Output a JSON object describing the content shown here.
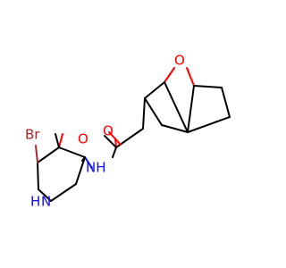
{
  "molecule": {
    "atoms": {
      "oxygen_bridge": "O",
      "oxygen_carbonyl": "O",
      "oxygen_ring": "O",
      "amide_nitrogen": "NH",
      "ring_nitrogen": "N",
      "ring_nitrogen_h": "H",
      "bromine": "Br"
    },
    "colors": {
      "bond": "#000000",
      "oxygen": "#ff0000",
      "nitrogen": "#1010e0",
      "bromine": "#a52a2a"
    }
  }
}
